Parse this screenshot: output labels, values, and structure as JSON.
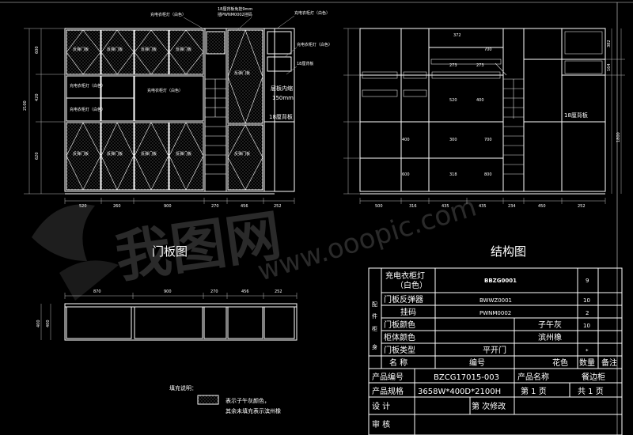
{
  "door_view": {
    "title": "门板图",
    "top_notes": [
      "充电衣柜灯（白色）",
      "18厘背板免挂9mm",
      "插PWNM0002挂码",
      "充电衣柜灯（白色）",
      "充电衣柜灯（白色）",
      "18厘背板"
    ],
    "labels": {
      "door_push": "反弹门板",
      "light_white": "充电衣柜灯（白色）",
      "shelf_gap_line1": "层板内缩",
      "shelf_gap_line2": "150mm",
      "back_18": "18厘背板"
    },
    "height_dims": [
      "2100",
      "600",
      "420",
      "620"
    ],
    "width_dims": [
      "520",
      "260",
      "900",
      "270",
      "456",
      "252"
    ],
    "plan_dims": [
      "870",
      "900",
      "270",
      "456",
      "252"
    ],
    "plan_depth": [
      "400",
      "400"
    ]
  },
  "structure_view": {
    "title": "结构图",
    "back_18": "18厘背板",
    "inner_dims": [
      "372",
      "273",
      "520",
      "273",
      "400",
      "300",
      "318",
      "400",
      "700",
      "800",
      "700",
      "600"
    ],
    "right_dims": [
      "382",
      "164",
      "1800"
    ],
    "width_dims": [
      "500",
      "316",
      "435",
      "435",
      "234",
      "450",
      "252"
    ]
  },
  "legend": {
    "title": "填充说明：",
    "line1": "表示子午灰颜色，",
    "line2": "其余未填充表示滨州橡"
  },
  "table": {
    "group_label": [
      "配",
      "件",
      "柜",
      "身"
    ],
    "rows": [
      {
        "name": "充电衣柜灯（白色）",
        "code": "BBZG0001",
        "flower": "",
        "qty": "9"
      },
      {
        "name": "门板反弹器",
        "code": "BWWZ0001",
        "flower": "",
        "qty": "10"
      },
      {
        "name": "挂码",
        "code": "PWNM0002",
        "flower": "",
        "qty": "2"
      },
      {
        "name": "门板颜色",
        "code": "",
        "flower": "子午灰",
        "qty": "10"
      },
      {
        "name": "柜体颜色",
        "code": "",
        "flower": "滨州橡",
        "qty": ""
      },
      {
        "name": "门板类型",
        "code": "",
        "flower": "平开门",
        "qty": "*"
      }
    ],
    "header": {
      "name": "名 称",
      "code": "编号",
      "flower": "花色",
      "qty": "数量",
      "note": "备注"
    },
    "product_code_label": "产品编号",
    "product_code": "BZCG17015-003",
    "product_name_label": "产品名称",
    "product_name": "餐边柜",
    "spec_label": "产品规格",
    "spec": "3658W*400D*2100H",
    "page": "第 1 页",
    "pages": "共 1 页",
    "design_label": "设 计",
    "review_label": "审 核",
    "revision": "第 次修改"
  },
  "watermark": {
    "url": "www.ooopic.com"
  }
}
